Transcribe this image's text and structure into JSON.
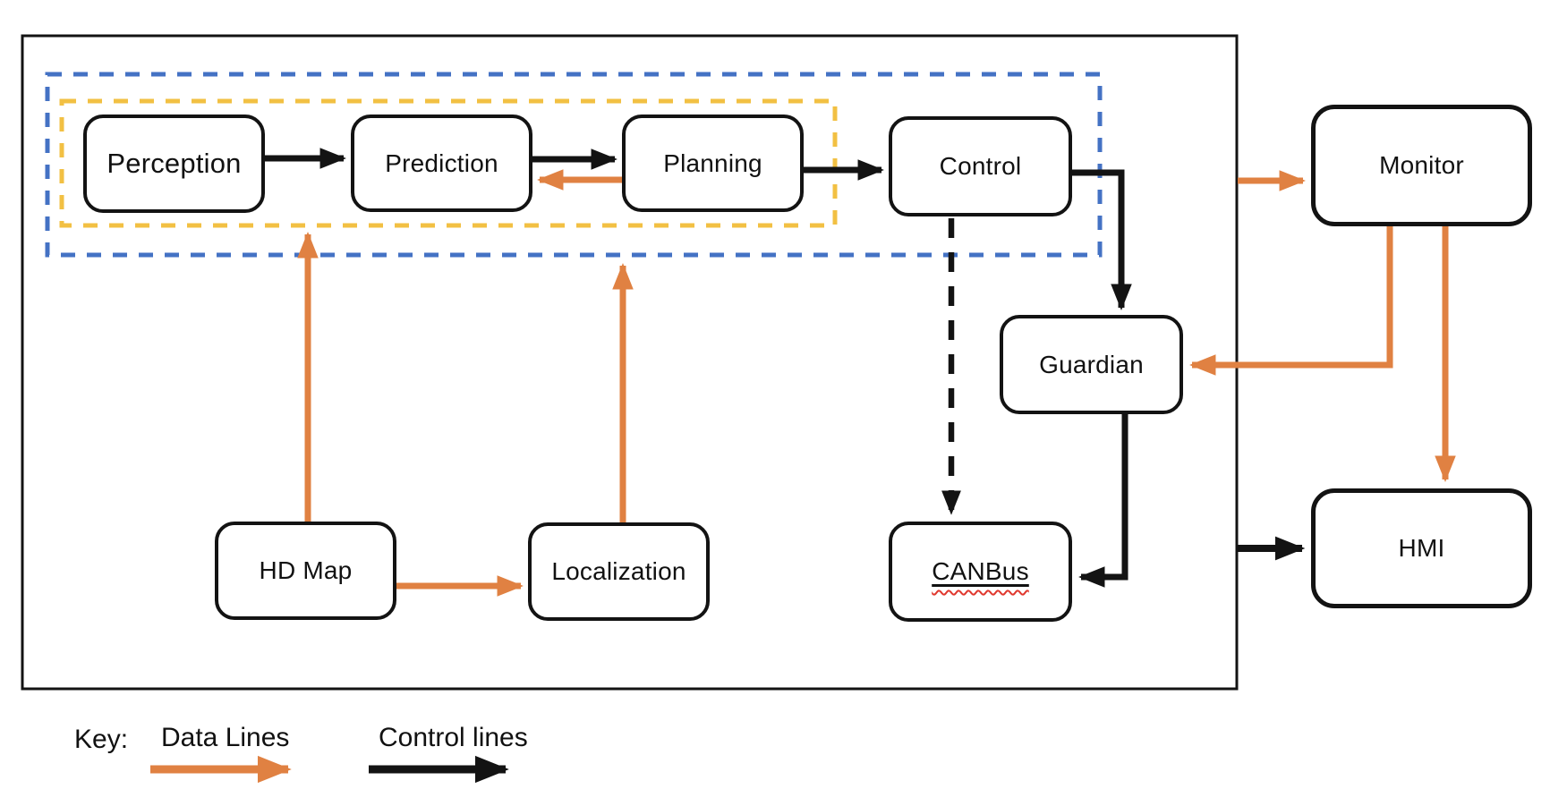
{
  "boxes": {
    "perception": {
      "label": "Perception"
    },
    "prediction": {
      "label": "Prediction"
    },
    "planning": {
      "label": "Planning"
    },
    "control": {
      "label": "Control"
    },
    "guardian": {
      "label": "Guardian"
    },
    "canbus": {
      "label": "CANBus"
    },
    "hd_map": {
      "label": "HD Map"
    },
    "localization": {
      "label": "Localization"
    },
    "monitor": {
      "label": "Monitor"
    },
    "hmi": {
      "label": "HMI"
    }
  },
  "legend": {
    "title": "Key:",
    "items": [
      {
        "label": "Data Lines",
        "color": "#E08142",
        "style": "solid-orange-arrow"
      },
      {
        "label": "Control lines",
        "color": "#111111",
        "style": "solid-black-arrow"
      }
    ]
  },
  "colors": {
    "data_line_orange": "#E08142",
    "control_line_black": "#111111",
    "inner_group_dashed_blue": "#4472C4",
    "pipeline_group_dashed_yellow": "#F2C043",
    "canbus_spellcheck_red": "#E0382E",
    "background": "#FFFFFF"
  },
  "connections": [
    {
      "from": "Perception",
      "to": "Prediction",
      "type": "control"
    },
    {
      "from": "Prediction",
      "to": "Planning",
      "type": "control"
    },
    {
      "from": "Planning",
      "to": "Prediction",
      "type": "data"
    },
    {
      "from": "Planning",
      "to": "Control",
      "type": "control"
    },
    {
      "from": "Control",
      "to": "Guardian",
      "type": "control"
    },
    {
      "from": "Control",
      "to": "CANBus",
      "type": "control-dashed"
    },
    {
      "from": "Guardian",
      "to": "CANBus",
      "type": "control"
    },
    {
      "from": "HD Map",
      "to": "yellow-group-border",
      "type": "data"
    },
    {
      "from": "HD Map",
      "to": "Localization",
      "type": "data"
    },
    {
      "from": "Localization",
      "to": "blue-group-border",
      "type": "data"
    },
    {
      "from": "system-boundary",
      "to": "Monitor",
      "type": "data"
    },
    {
      "from": "Monitor",
      "to": "Guardian",
      "type": "data"
    },
    {
      "from": "Monitor",
      "to": "HMI",
      "type": "data"
    },
    {
      "from": "system-boundary",
      "to": "HMI",
      "type": "control"
    }
  ]
}
